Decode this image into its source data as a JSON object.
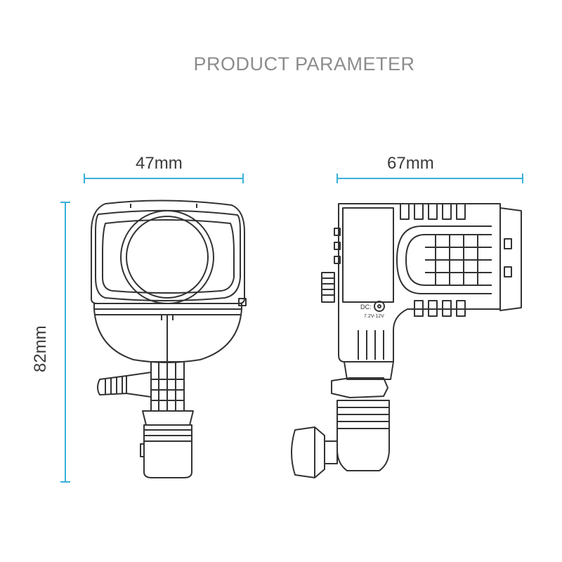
{
  "title": "PRODUCT PARAMETER",
  "dimensions": {
    "front_width": "47mm",
    "side_width": "67mm",
    "height": "82mm"
  },
  "side_label": {
    "dc": "DC:",
    "voltage": "7.2V-12V"
  },
  "colors": {
    "dimension_line": "#3ab0d8",
    "outline": "#333333",
    "title": "#8c8c8c"
  }
}
